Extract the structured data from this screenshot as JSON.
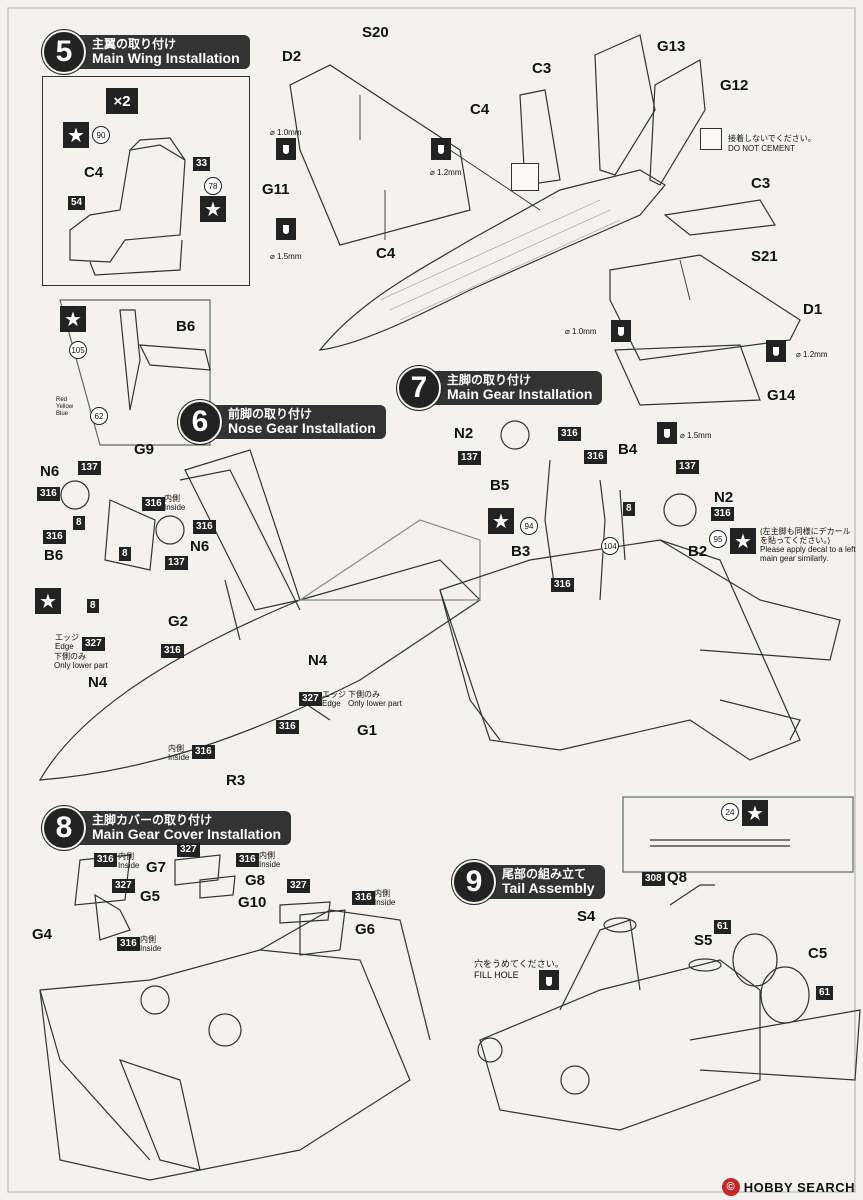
{
  "steps": {
    "s5": {
      "num": "5",
      "jp": "主翼の取り付け",
      "en": "Main Wing Installation"
    },
    "s6": {
      "num": "6",
      "jp": "前脚の取り付け",
      "en": "Nose Gear Installation"
    },
    "s7": {
      "num": "7",
      "jp": "主脚の取り付け",
      "en": "Main Gear Installation"
    },
    "s8": {
      "num": "8",
      "jp": "主脚カバーの取り付け",
      "en": "Main Gear Cover Installation"
    },
    "s9": {
      "num": "9",
      "jp": "尾部の組み立て",
      "en": "Tail Assembly"
    }
  },
  "step5": {
    "x2": "×2",
    "c4": "C4",
    "c3a": "C3",
    "c3b": "C3",
    "c4b": "C4",
    "c4c": "C4",
    "d2": "D2",
    "s20": "S20",
    "g13": "G13",
    "g12": "G12",
    "g11": "G11",
    "s21": "S21",
    "d1": "D1",
    "g14": "G14",
    "d1_0": "⌀ 1.0mm",
    "d1_2": "⌀ 1.2mm",
    "d1_5": "⌀ 1.5mm",
    "d1_0b": "⌀ 1.0mm",
    "d1_2b": "⌀ 1.2mm",
    "d1_5b": "⌀ 1.5mm",
    "dnc_jp": "接着しないでください。",
    "dnc_en": "DO NOT CEMENT",
    "c90": "90",
    "c33": "33",
    "c78": "78",
    "c54": "54"
  },
  "step6": {
    "b6": "B6",
    "b6b": "B6",
    "n6a": "N6",
    "n6b": "N6",
    "g9": "G9",
    "g2": "G2",
    "n4a": "N4",
    "n4b": "N4",
    "g1": "G1",
    "r3": "R3",
    "c137a": "137",
    "c316a": "316",
    "c8a": "8",
    "c316b": "316",
    "c8b": "8",
    "c316c": "316",
    "c137b": "137",
    "c8c": "8",
    "c316d": "316",
    "c327a": "327",
    "c316e": "316",
    "c327b": "327",
    "c316f": "316",
    "c316g": "316",
    "c105": "105",
    "c62": "62",
    "inside_jp": "内側",
    "inside_en": "Inside",
    "edge_jp": "エッジ",
    "edge_en": "Edge",
    "lower_jp": "下側のみ",
    "lower_en": "Only lower part",
    "edge2": "エッジ",
    "edge2_en": "Edge",
    "lower2_jp": "下側のみ",
    "lower2_en": "Only lower part",
    "inside2_jp": "内側",
    "inside2_en": "Inside",
    "colors": "Red\nYellow\nBlue"
  },
  "step7": {
    "n2a": "N2",
    "n2b": "N2",
    "b4": "B4",
    "b5": "B5",
    "b3": "B3",
    "b2": "B2",
    "c316a": "316",
    "c137a": "137",
    "c316b": "316",
    "c137b": "137",
    "c316c": "316",
    "c8": "8",
    "c316d": "316",
    "c94": "94",
    "c104": "104",
    "c95": "95",
    "note_jp": "(左主脚も同様にデカールを貼ってください。)",
    "note_en": "Please apply decal to a left main gear similarly."
  },
  "step8": {
    "g4": "G4",
    "g5": "G5",
    "g7": "G7",
    "g8": "G8",
    "g10": "G10",
    "g6": "G6",
    "c316a": "316",
    "c327a": "327",
    "c316b": "316",
    "c327b": "327",
    "c316c": "316",
    "c327c": "327",
    "c316d": "316",
    "in_jp": "内側",
    "in_en": "Inside"
  },
  "step9": {
    "q8": "Q8",
    "s4": "S4",
    "s5": "S5",
    "c5": "C5",
    "c24": "24",
    "c308": "308",
    "c61a": "61",
    "c61b": "61",
    "fill_jp": "穴をうめてください。",
    "fill_en": "FILL HOLE"
  },
  "footer": {
    "brand": "HOBBY SEARCH",
    "copy": "©"
  }
}
